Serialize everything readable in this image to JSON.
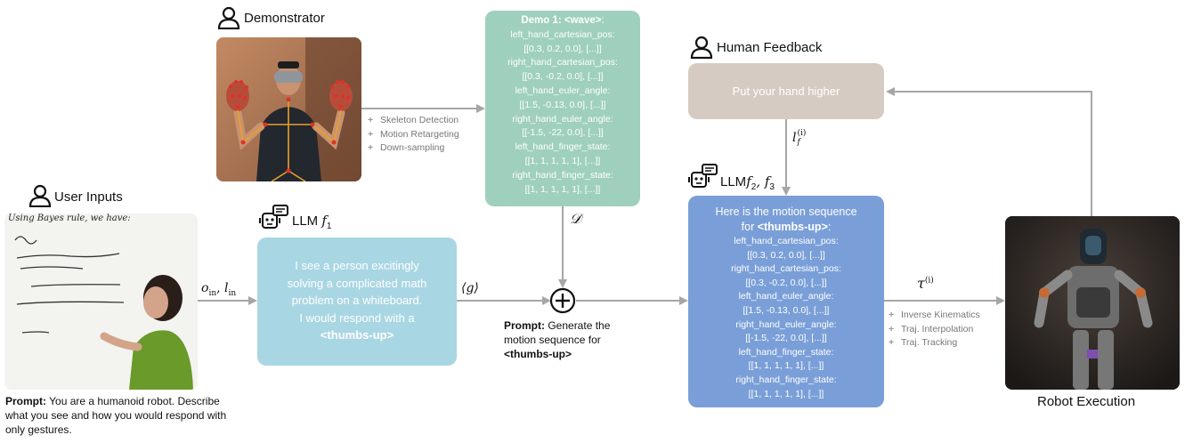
{
  "actors": {
    "demonstrator": "Demonstrator",
    "user_inputs": "User Inputs",
    "human_feedback": "Human Feedback",
    "robot_execution": "Robot Execution"
  },
  "llm": {
    "f1_label": "LLM",
    "f1_symbol": "f",
    "f1_sub": "1",
    "f23_label": "LLM",
    "f23_symbol": "f",
    "f23_sub2": "2",
    "f23_sep": ", f",
    "f23_sub3": "3"
  },
  "demo_box": {
    "title_prefix": "Demo 1: ",
    "title_tag": "<wave>",
    "title_suffix": ":",
    "lines": [
      "left_hand_cartesian_pos:",
      "[[0.3, 0.2, 0.0], [...]]",
      "right_hand_cartesian_pos:",
      "[[0.3, -0.2, 0.0], [...]]",
      "left_hand_euler_angle:",
      "[[1.5, -0.13, 0.0], [...]]",
      "right_hand_euler_angle:",
      "[[-1.5, -22, 0.0], [...]]",
      "left_hand_finger_state:",
      "[[1, 1, 1, 1, 1], [...]]",
      "right_hand_finger_state:",
      "[[1, 1, 1, 1, 1], [...]]"
    ]
  },
  "preprocess_steps": [
    "Skeleton Detection",
    "Motion Retargeting",
    "Down-sampling"
  ],
  "llm1_response": {
    "lines": [
      "I see a person excitingly",
      "solving a complicated math",
      "problem on a whiteboard.",
      "I would respond with a"
    ],
    "tag": "<thumbs-up>"
  },
  "motion_box": {
    "intro": "Here is the motion sequence",
    "for_prefix": "for ",
    "tag": "<thumbs-up>",
    "tag_suffix": ":",
    "lines": [
      "left_hand_cartesian_pos:",
      "[[0.3, 0.2, 0.0], [...]]",
      "right_hand_cartesian_pos:",
      "[[0.3, -0.2, 0.0], [...]]",
      "left_hand_euler_angle:",
      "[[1.5, -0.13, 0.0], [...]]",
      "right_hand_euler_angle:",
      "[[-1.5, -22, 0.0], [...]]",
      "left_hand_finger_state:",
      "[[1, 1, 1, 1, 1], [...]]",
      "right_hand_finger_state:",
      "[[1, 1, 1, 1, 1], [...]]"
    ]
  },
  "feedback_text": "Put your hand higher",
  "execution_steps": [
    "Inverse Kinematics",
    "Traj. Interpolation",
    "Traj. Tracking"
  ],
  "symbols": {
    "o_in": "o",
    "in_sub": "in",
    "l_in": "l",
    "g": "⟨g⟩",
    "D": "𝒟",
    "tau": "τ",
    "tau_sup": "(i)",
    "l_f": "l",
    "f_sub": "f",
    "lf_sup": "(i)",
    "comma": ", "
  },
  "prompt_user": {
    "bold": "Prompt:",
    "text": " You are a humanoid robot. Describe what you see and how you would respond with only gestures."
  },
  "prompt_generate": {
    "bold": "Prompt:",
    "text": " Generate the motion sequence for ",
    "tag": "<thumbs-up>"
  },
  "whiteboard_text": {
    "line1": "Using Bayes rule, we have:"
  },
  "colors": {
    "demo_green": "#9fd0bd",
    "llm1_blue": "#a9d6e3",
    "motion_blue": "#7a9fd8",
    "feedback_beige": "#d5cbc2",
    "arrow_gray": "#a6a6a6"
  }
}
